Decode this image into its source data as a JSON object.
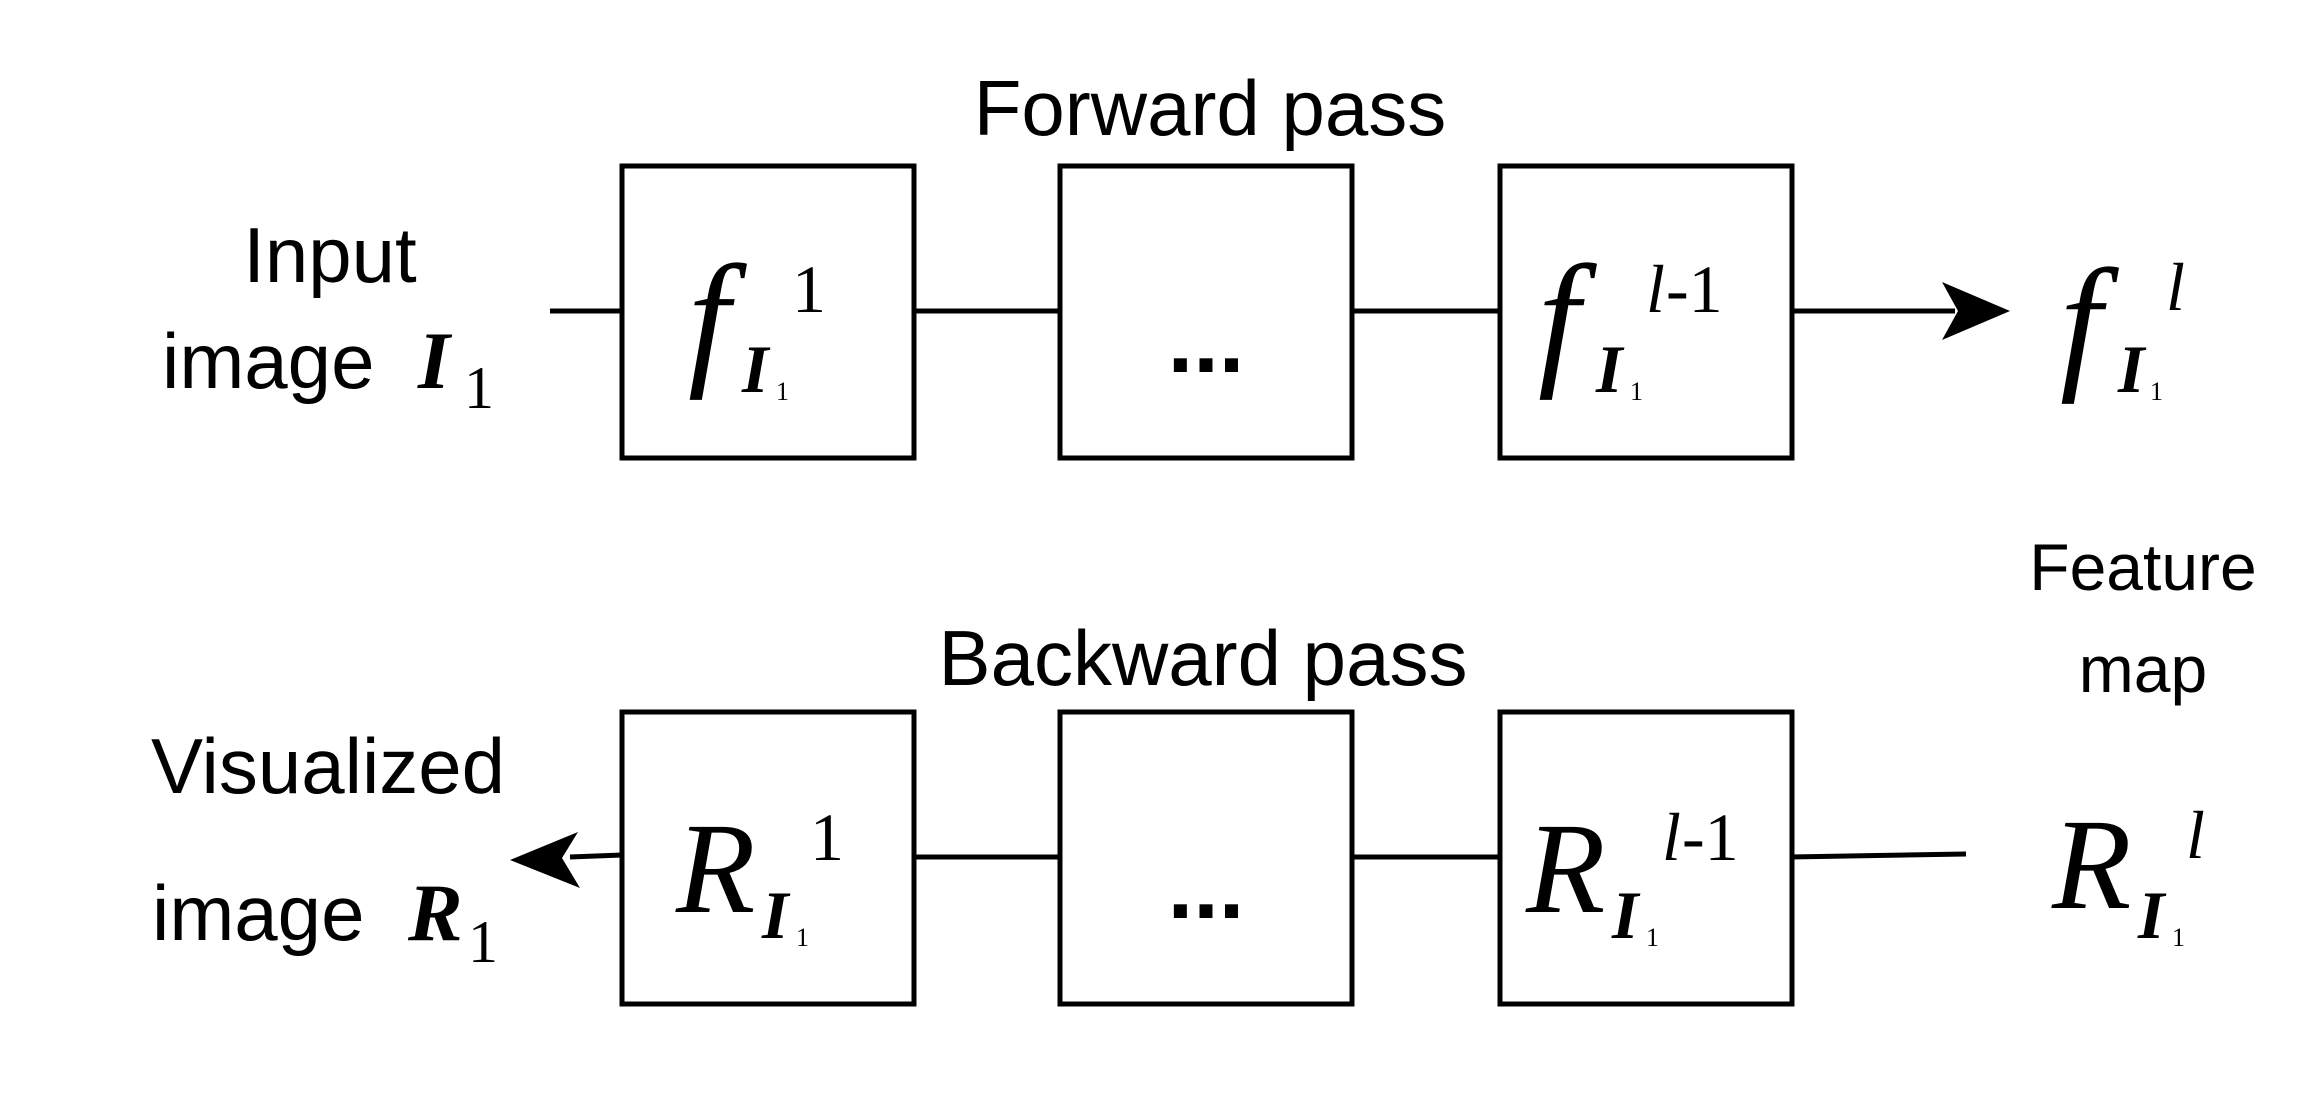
{
  "forward": {
    "title": "Forward pass",
    "input_label_line1": "Input",
    "input_label_line2": "image",
    "input_symbol": "I",
    "input_symbol_sub": "1",
    "boxes": [
      {
        "base": "f",
        "sub": "I",
        "subsub": "1",
        "sup": "1"
      },
      {
        "ellipsis": "..."
      },
      {
        "base": "f",
        "sub": "I",
        "subsub": "1",
        "sup_italic": "l",
        "sup_rest": "-1"
      }
    ],
    "output": {
      "base": "f",
      "sub": "I",
      "subsub": "1",
      "sup_italic": "l"
    }
  },
  "backward": {
    "title": "Backward pass",
    "output_label_line1": "Visualized",
    "output_label_line2": "image",
    "output_symbol": "R",
    "output_symbol_sub": "1",
    "boxes": [
      {
        "base": "R",
        "sub": "I",
        "subsub": "1",
        "sup": "1"
      },
      {
        "ellipsis": "..."
      },
      {
        "base": "R",
        "sub": "I",
        "subsub": "1",
        "sup_italic": "l",
        "sup_rest": "-1"
      }
    ],
    "input": {
      "base": "R",
      "sub": "I",
      "subsub": "1",
      "sup_italic": "l"
    }
  },
  "feature_map_label_line1": "Feature",
  "feature_map_label_line2": "map"
}
